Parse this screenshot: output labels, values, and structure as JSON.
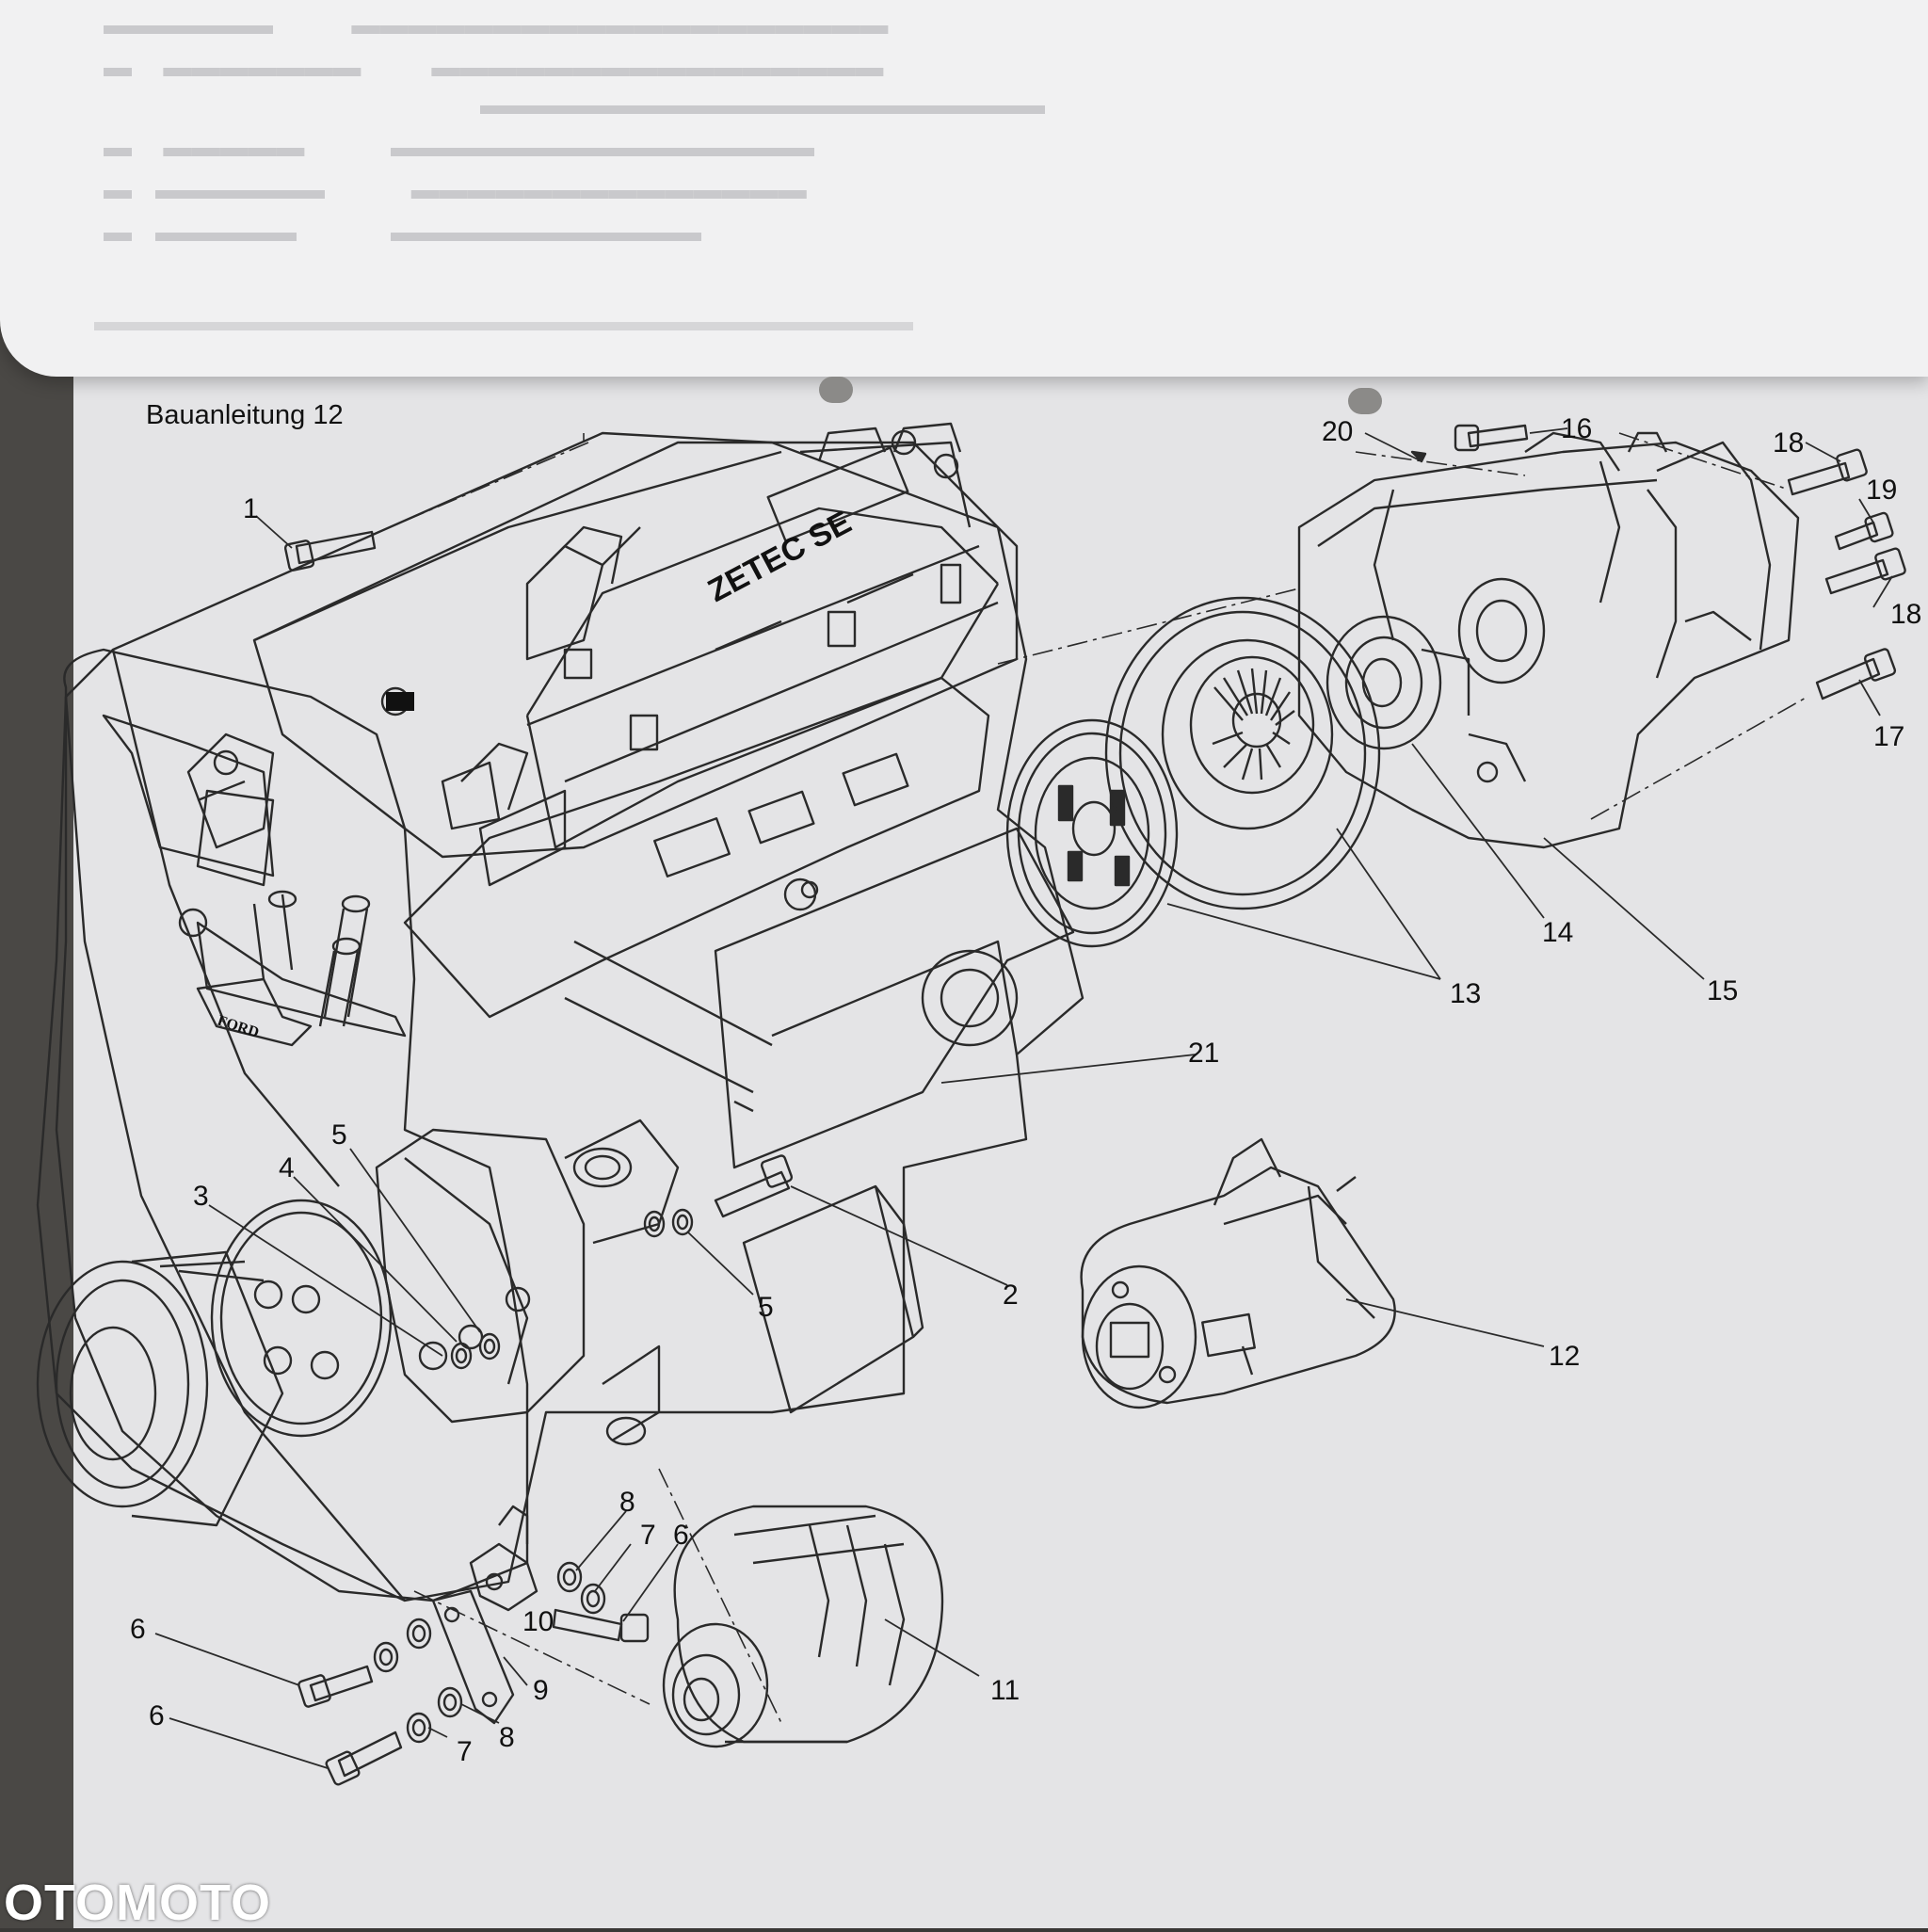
{
  "page": {
    "title": "Bauanleitung 12"
  },
  "diagram": {
    "engine_label": "ZETEC SE",
    "brand_label": "FORD",
    "callouts": [
      "1",
      "2",
      "3",
      "4",
      "5",
      "5",
      "6",
      "6",
      "6",
      "7",
      "7",
      "8",
      "8",
      "9",
      "10",
      "11",
      "12",
      "13",
      "14",
      "15",
      "16",
      "17",
      "18",
      "18",
      "19",
      "20",
      "21"
    ]
  },
  "watermark": {
    "text": "OTOMOTO"
  },
  "colors": {
    "paper": "#e4e4e6",
    "line_art": "#2a2a2a",
    "top_sheet": "#f1f1f2"
  }
}
